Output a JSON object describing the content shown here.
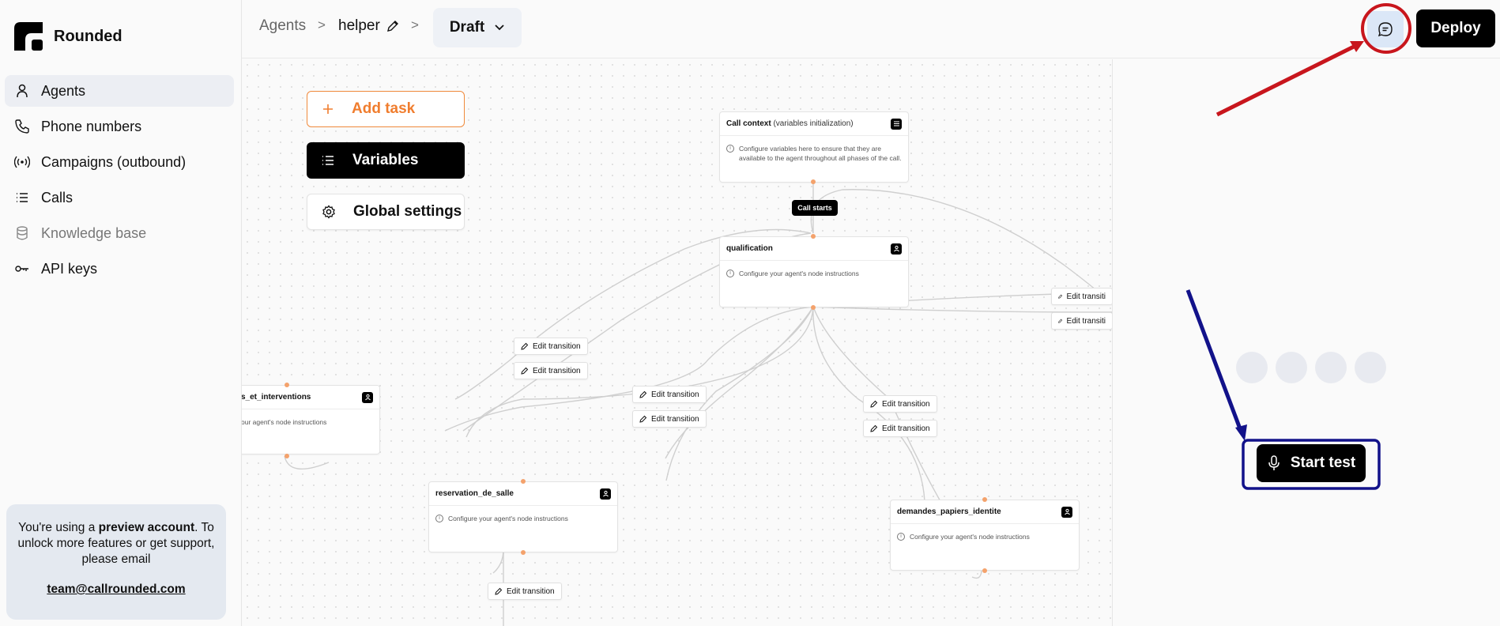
{
  "sidebar": {
    "logo_text": "Rounded",
    "nav": [
      {
        "label": "Agents",
        "icon": "user-icon"
      },
      {
        "label": "Phone numbers",
        "icon": "phone-icon"
      },
      {
        "label": "Campaigns (outbound)",
        "icon": "broadcast-icon"
      },
      {
        "label": "Calls",
        "icon": "list-icon"
      },
      {
        "label": "Knowledge base",
        "icon": "database-icon"
      },
      {
        "label": "API keys",
        "icon": "key-icon"
      }
    ],
    "preview": {
      "t1": "You're using a ",
      "bold": "preview account",
      "t2": ". To unlock more features or get support, please email",
      "email": "team@callrounded.com"
    }
  },
  "header": {
    "crumb_agents": "Agents",
    "crumb_sep": ">",
    "crumb_helper": "helper",
    "draft_label": "Draft",
    "deploy_label": "Deploy"
  },
  "toolbar": {
    "add_task": "Add task",
    "variables": "Variables",
    "global_settings": "Global settings"
  },
  "flow": {
    "call_starts": "Call starts",
    "edit_transition": "Edit transition",
    "edit_transition_clipped": "Edit transiti",
    "nodes": {
      "context": {
        "title": "Call context",
        "title_light": "(variables initialization)",
        "body": "Configure variables here to ensure that they are available to the agent throughout all phases of the call."
      },
      "qualification": {
        "title": "qualification",
        "body": "Configure your agent's node instructions"
      },
      "interventions": {
        "title": "s_et_interventions",
        "body": "our agent's node instructions"
      },
      "reservation": {
        "title": "reservation_de_salle",
        "body": "Configure your agent's node instructions"
      },
      "demandes": {
        "title": "demandes_papiers_identite",
        "body": "Configure your agent's node instructions"
      }
    }
  },
  "right": {
    "start_test": "Start test"
  },
  "colors": {
    "accent_orange": "#f07d2e",
    "annotation_red": "#c8161d",
    "annotation_blue": "#12128a"
  }
}
